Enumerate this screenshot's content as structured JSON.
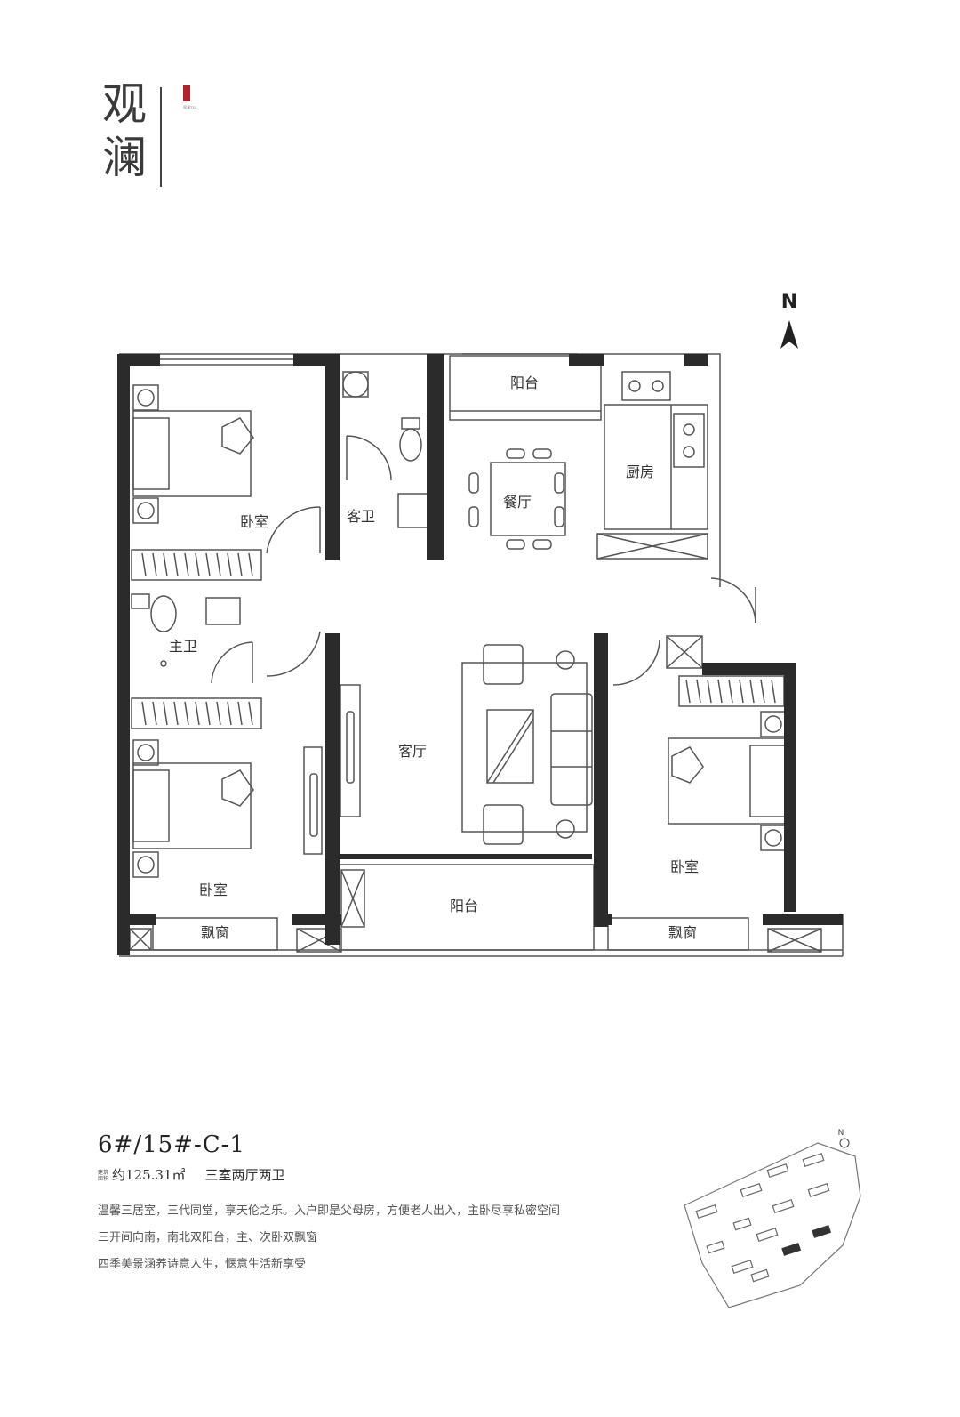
{
  "brand": {
    "title": "观澜",
    "seal_text": "观澜TIA"
  },
  "compass": {
    "letter": "N"
  },
  "rooms": {
    "bedroom_nw": "卧室",
    "guest_bath": "客卫",
    "balcony_north": "阳台",
    "dining": "餐厅",
    "kitchen": "厨房",
    "master_bath": "主卫",
    "living": "客厅",
    "bedroom_sw": "卧室",
    "bay_window_sw": "飘窗",
    "balcony_south": "阳台",
    "bedroom_se": "卧室",
    "bay_window_se": "飘窗"
  },
  "unit": {
    "code": "6#/15#-C-1",
    "area_label": "建筑面积",
    "area": "约125.31㎡",
    "layout": "三室两厅两卫"
  },
  "description": [
    "温馨三居室，三代同堂，享天伦之乐。入户即是父母房，方便老人出入，主卧尽享私密空间",
    "三开间向南，南北双阳台，主、次卧双飘窗",
    "四季美景涵养诗意人生，惬意生活新享受"
  ],
  "site_map": {
    "north_letter": "N"
  },
  "colors": {
    "wall": "#2b2b2b",
    "line": "#555555",
    "seal": "#b3232b"
  }
}
